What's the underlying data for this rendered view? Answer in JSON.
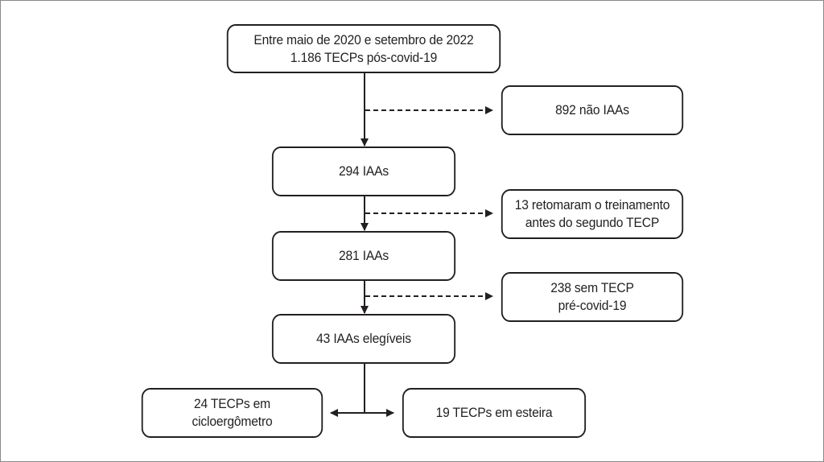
{
  "diagram": {
    "type": "flowchart",
    "colors": {
      "stroke": "#231f20",
      "background": "#ffffff",
      "frame": "#8a8a8a"
    },
    "nodes": {
      "start": {
        "lines": [
          "Entre maio de 2020 e setembro de 2022",
          "1.186 TECPs pós-covid-19"
        ]
      },
      "excluded_1": {
        "lines": [
          "892 não IAAs"
        ]
      },
      "step_294": {
        "lines": [
          "294 IAAs"
        ]
      },
      "excluded_2": {
        "lines": [
          "13 retomaram o treinamento",
          "antes do segundo TECP"
        ]
      },
      "step_281": {
        "lines": [
          "281 IAAs"
        ]
      },
      "excluded_3": {
        "lines": [
          "238 sem TECP",
          "pré-covid-19"
        ]
      },
      "eligible": {
        "lines": [
          "43 IAAs elegíveis"
        ]
      },
      "cycle": {
        "lines": [
          "24 TECPs em",
          "cicloergômetro"
        ]
      },
      "treadmill": {
        "lines": [
          "19 TECPs em esteira"
        ]
      }
    },
    "edges": [
      {
        "from": "start",
        "to": "step_294",
        "style": "solid"
      },
      {
        "from": "start",
        "to": "excluded_1",
        "style": "dashed"
      },
      {
        "from": "step_294",
        "to": "step_281",
        "style": "solid"
      },
      {
        "from": "step_294",
        "to": "excluded_2",
        "style": "dashed"
      },
      {
        "from": "step_281",
        "to": "eligible",
        "style": "solid"
      },
      {
        "from": "step_281",
        "to": "excluded_3",
        "style": "dashed"
      },
      {
        "from": "eligible",
        "to": "cycle",
        "style": "solid"
      },
      {
        "from": "eligible",
        "to": "treadmill",
        "style": "solid"
      }
    ]
  }
}
